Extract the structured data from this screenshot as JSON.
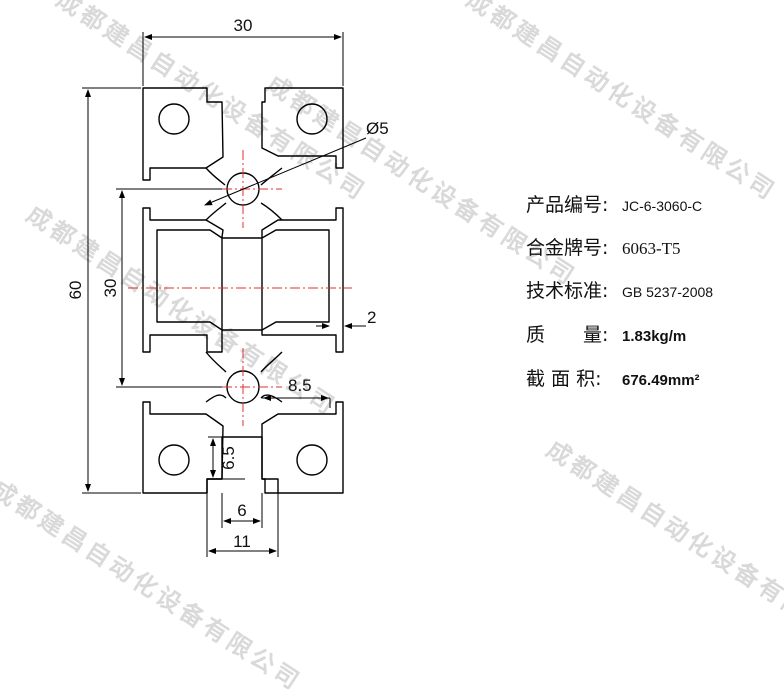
{
  "watermark": {
    "text": "成都建昌自动化设备有限公司"
  },
  "dimensions": {
    "width_top": "30",
    "height_total": "60",
    "height_inner": "30",
    "hole_diameter": "Ø5",
    "wall_thickness": "2",
    "slot_depth_offset": "8.5",
    "slot_depth": "6.5",
    "slot_opening": "6",
    "slot_width": "11"
  },
  "specs": [
    {
      "label": "产品编号:",
      "value": "JC-6-3060-C",
      "style": ""
    },
    {
      "label": "合金牌号:",
      "value": "6063-T5",
      "style": "serif"
    },
    {
      "label": "技术标准:",
      "value": "GB 5237-2008",
      "style": ""
    },
    {
      "label": "质　　量:",
      "value": "1.83kg/m",
      "style": "bold"
    },
    {
      "label": "截 面 积:",
      "value": "676.49mm²",
      "style": "bold"
    }
  ]
}
